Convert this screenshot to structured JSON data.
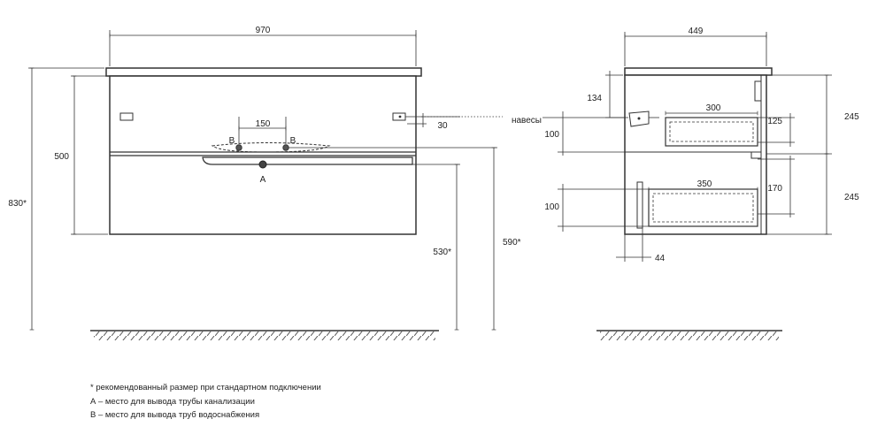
{
  "front_view": {
    "width": "970",
    "height_body": "500",
    "height_total": "830*",
    "pipe_spacing": "150",
    "pipe_b_label": "B",
    "drain_label": "A",
    "hinge_offset": "30",
    "floor_to_drawer": "530*",
    "floor_to_pipes": "590*"
  },
  "side_view": {
    "depth": "449",
    "hinges_label": "навесы",
    "top_offset": "134",
    "upper_drawer_depth": "300",
    "upper_drawer_height": "125",
    "upper_level": "245",
    "upper_gap": "100",
    "lower_drawer_depth": "350",
    "lower_drawer_height": "170",
    "lower_level": "245",
    "lower_gap": "100",
    "front_thickness": "44"
  },
  "notes": [
    "* рекомендованный размер при стандартном подключении",
    "А – место для вывода трубы канализации",
    "В – место для вывода труб водоснабжения"
  ]
}
